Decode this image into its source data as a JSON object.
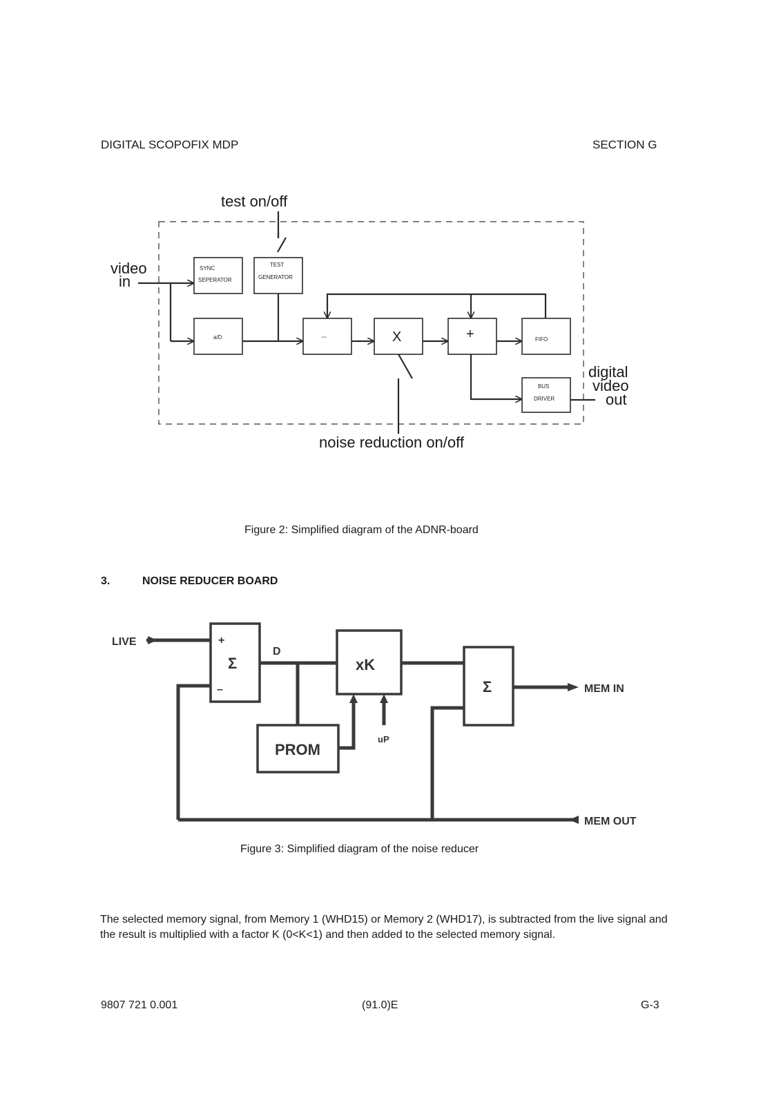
{
  "header": {
    "left": "DIGITAL SCOPOFIX MDP",
    "right": "SECTION G"
  },
  "figure2": {
    "test_label": "test on/off",
    "video_in_line1": "video",
    "video_in_line2": "in",
    "sync_line1": "SYNC",
    "sync_line2": "SEPERATOR",
    "testgen_line1": "TEST",
    "testgen_line2": "GENERATOR",
    "ad_label": "a/D",
    "minus_label": "--",
    "mult_label": "X",
    "plus_label": "+",
    "fifo_label": "FIFO",
    "bus_line1": "BUS",
    "bus_line2": "DRIVER",
    "digital_line1": "digital",
    "digital_line2": "video",
    "digital_line3": "out",
    "noise_label": "noise reduction on/off",
    "caption": "Figure 2: Simplified diagram of the ADNR-board"
  },
  "section": {
    "number": "3.",
    "title": "NOISE REDUCER BOARD"
  },
  "figure3": {
    "live_label": "LIVE",
    "plus_sign": "+",
    "minus_sign": "–",
    "sigma1": "Σ",
    "d_label": "D",
    "xk_label": "xK",
    "prom_label": "PROM",
    "up_label": "uP",
    "sigma2": "Σ",
    "mem_in_label": "MEM IN",
    "mem_out_label": "MEM OUT",
    "caption": "Figure 3: Simplified diagram of the noise reducer"
  },
  "paragraph": "The selected memory signal, from Memory 1 (WHD15) or Memory 2 (WHD17), is subtracted from the live signal and the result is multiplied with a factor K (0<K<1) and then added to the selected memory signal.",
  "footer": {
    "left": "9807 721 0.001",
    "center": "(91.0)E",
    "right": "G-3"
  }
}
